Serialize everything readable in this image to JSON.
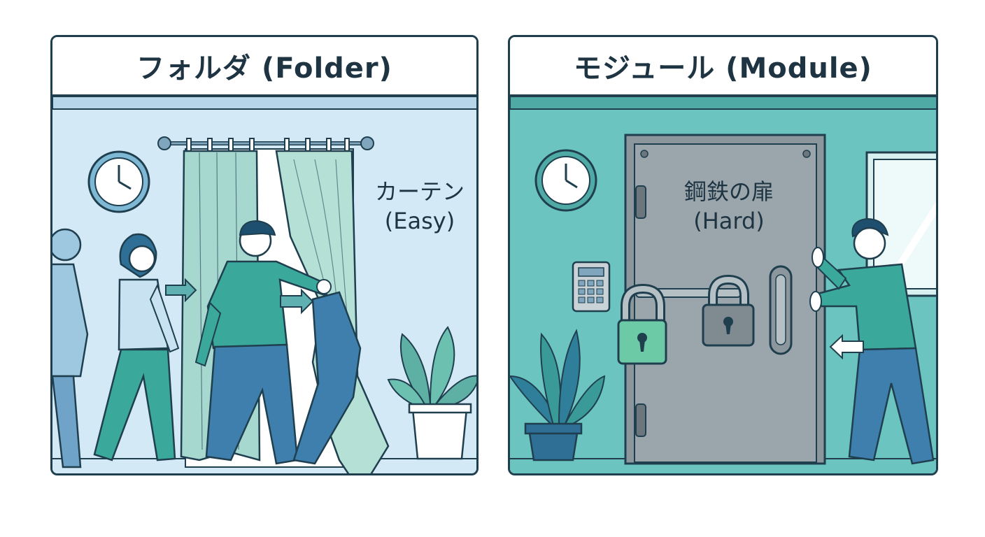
{
  "left": {
    "title": "フォルダ (Folder)",
    "label_line1": "カーテン",
    "label_line2": "(Easy)",
    "colors": {
      "wall": "#d4e9f6",
      "trim": "#b7d6ea",
      "curtain": "#a7d8cf"
    }
  },
  "right": {
    "title": "モジュール (Module)",
    "label_line1": "鋼鉄の扉",
    "label_line2": "(Hard)",
    "colors": {
      "wall": "#6cc4c0",
      "trim": "#4faaa6",
      "door": "#9aa6ab",
      "lock": "#6ccaa6"
    }
  },
  "colors": {
    "outline": "#1f3f4f",
    "person_blue": "#3f7fae",
    "person_teal": "#3aa89a"
  }
}
